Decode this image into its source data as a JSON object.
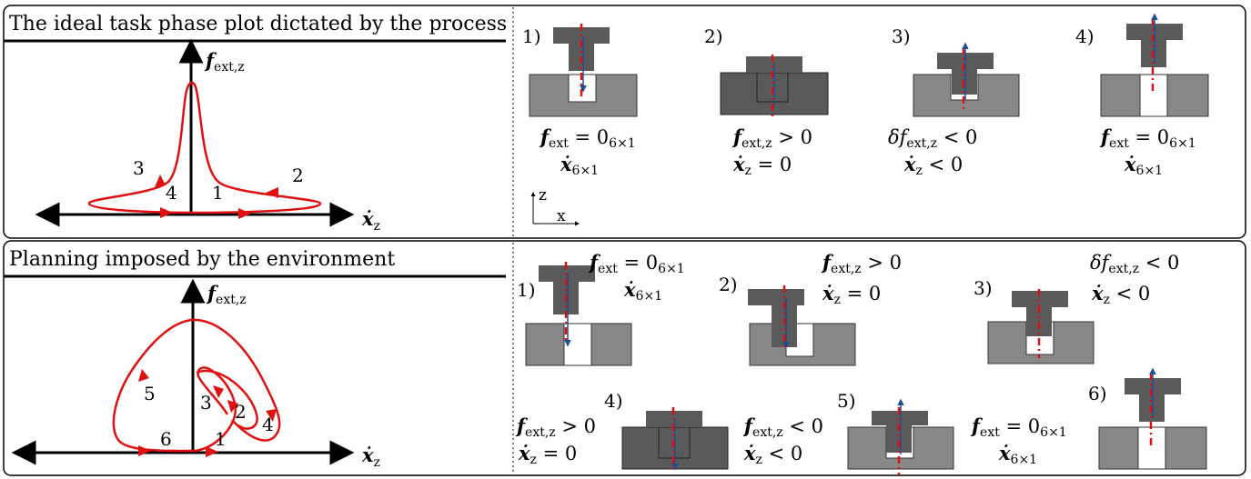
{
  "colors": {
    "curve": "#e01010",
    "block_dark": "#5a5a5a",
    "block_light": "#888888",
    "axis_red": "#e01010",
    "axis_blue": "#1f4f8f"
  },
  "top": {
    "title": "The ideal task phase plot dictated by the process",
    "y_axis_label": "f",
    "y_axis_sub": "ext,z",
    "x_axis_label": "ẋ",
    "x_axis_sub": "z",
    "curve_labels": [
      "1",
      "2",
      "3",
      "4"
    ],
    "steps": [
      {
        "id": "1)",
        "eq1": "f",
        "eq1_sub": "ext",
        "eq1_rest": " = 0",
        "eq1_rest_sub": "6×1",
        "eq2": "ẋ",
        "eq2_sub": "6×1",
        "eq2_rest": ""
      },
      {
        "id": "2)",
        "eq1": "f",
        "eq1_sub": "ext,z",
        "eq1_rest": " > 0",
        "eq1_rest_sub": "",
        "eq2": "ẋ",
        "eq2_sub": "z",
        "eq2_rest": " = 0"
      },
      {
        "id": "3)",
        "eq1": "δf",
        "eq1_sub": "ext,z",
        "eq1_rest": " < 0",
        "eq1_rest_sub": "",
        "eq2": "ẋ",
        "eq2_sub": "z",
        "eq2_rest": " < 0"
      },
      {
        "id": "4)",
        "eq1": "f",
        "eq1_sub": "ext",
        "eq1_rest": " = 0",
        "eq1_rest_sub": "6×1",
        "eq2": "ẋ",
        "eq2_sub": "6×1",
        "eq2_rest": ""
      }
    ],
    "frame_z": "z",
    "frame_x": "x"
  },
  "bottom": {
    "title": "Planning imposed by the environment",
    "y_axis_label": "f",
    "y_axis_sub": "ext,z",
    "x_axis_label": "ẋ",
    "x_axis_sub": "z",
    "curve_labels": [
      "1",
      "2",
      "3",
      "4",
      "5",
      "6"
    ],
    "steps": [
      {
        "id": "1)",
        "eq1": "f",
        "eq1_sub": "ext",
        "eq1_rest": " = 0",
        "eq1_rest_sub": "6×1",
        "eq2": "ẋ",
        "eq2_sub": "6×1",
        "eq2_rest": ""
      },
      {
        "id": "2)",
        "eq1": "f",
        "eq1_sub": "ext,z",
        "eq1_rest": " > 0",
        "eq1_rest_sub": "",
        "eq2": "ẋ",
        "eq2_sub": "z",
        "eq2_rest": " = 0"
      },
      {
        "id": "3)",
        "eq1": "δf",
        "eq1_sub": "ext,z",
        "eq1_rest": " < 0",
        "eq1_rest_sub": "",
        "eq2": "ẋ",
        "eq2_sub": "z",
        "eq2_rest": " < 0"
      },
      {
        "id": "4)",
        "eq1": "f",
        "eq1_sub": "ext,z",
        "eq1_rest": " > 0",
        "eq1_rest_sub": "",
        "eq2": "ẋ",
        "eq2_sub": "z",
        "eq2_rest": " = 0"
      },
      {
        "id": "5)",
        "eq1": "f",
        "eq1_sub": "ext,z",
        "eq1_rest": " < 0",
        "eq1_rest_sub": "",
        "eq2": "ẋ",
        "eq2_sub": "z",
        "eq2_rest": " < 0"
      },
      {
        "id": "6)",
        "eq1": "f",
        "eq1_sub": "ext",
        "eq1_rest": " = 0",
        "eq1_rest_sub": "6×1",
        "eq2": "ẋ",
        "eq2_sub": "6×1",
        "eq2_rest": ""
      }
    ]
  }
}
